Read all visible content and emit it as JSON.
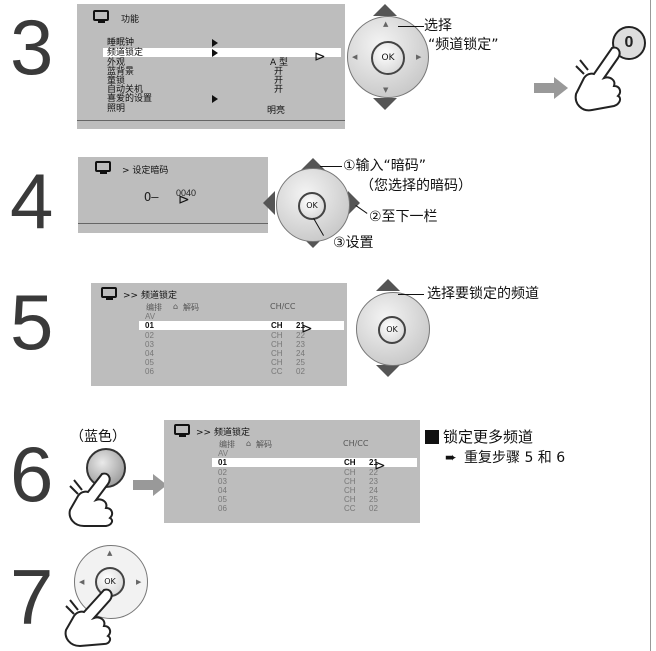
{
  "steps": {
    "s3": "3",
    "s4": "4",
    "s5": "5",
    "s6": "6",
    "s7": "7"
  },
  "step3": {
    "screen_title": "功能",
    "menu": [
      "睡眠钟",
      "频道锁定",
      "外观",
      "蓝背景",
      "童锁",
      "自动关机",
      "喜爱的设置",
      "照明"
    ],
    "values": [
      "A 型",
      "开",
      "开",
      "开",
      "明亮"
    ],
    "annotation_1": "选择",
    "annotation_2": "“频道锁定”",
    "zero_button": "0"
  },
  "step4": {
    "screen_title": "> 设定暗码",
    "key_icon": "O—",
    "code": "0040",
    "annotation_1": "①输入“暗码”",
    "annotation_2": "（您选择的暗码）",
    "annotation_3": "②至下一栏",
    "annotation_4": "③设置"
  },
  "step5": {
    "screen_title": ">> 频道锁定",
    "hdr_edit": "编排",
    "hdr_unlock": "解码",
    "hdr_chcc": "CH/CC",
    "av": "AV",
    "rows": [
      {
        "n": "01",
        "t": "CH",
        "v": "21"
      },
      {
        "n": "02",
        "t": "CH",
        "v": "22"
      },
      {
        "n": "03",
        "t": "CH",
        "v": "23"
      },
      {
        "n": "04",
        "t": "CH",
        "v": "24"
      },
      {
        "n": "05",
        "t": "CH",
        "v": "25"
      },
      {
        "n": "06",
        "t": "CC",
        "v": "02"
      }
    ],
    "annotation": "选择要锁定的频道"
  },
  "step6": {
    "blue_label": "（蓝色）",
    "screen_title": ">> 频道锁定",
    "annotation_1": "锁定更多频道",
    "annotation_2": "重复步骤 5 和 6"
  },
  "ok_label": "OK"
}
